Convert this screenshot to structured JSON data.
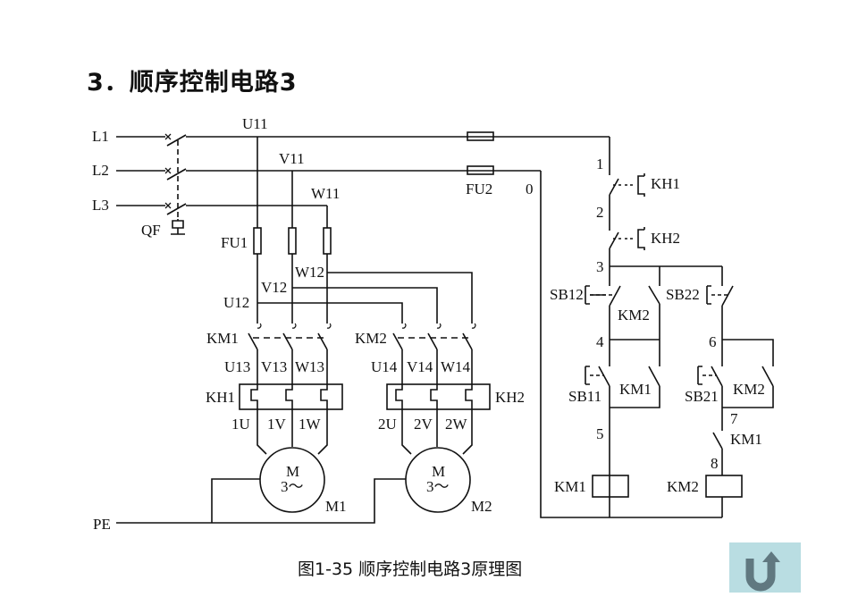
{
  "title": "3．顺序控制电路3",
  "caption": "图1-35  顺序控制电路3原理图",
  "back_button": {
    "icon": "u-turn-arrow-icon",
    "color": "#607880",
    "background": "#b9dde2"
  },
  "labels": {
    "L1": "L1",
    "L2": "L2",
    "L3": "L3",
    "QF": "QF",
    "PE": "PE",
    "U11": "U11",
    "V11": "V11",
    "W11": "W11",
    "FU1": "FU1",
    "FU2": "FU2",
    "node0": "0",
    "U12": "U12",
    "V12": "V12",
    "W12": "W12",
    "KM1_main": "KM1",
    "KM2_main": "KM2",
    "U13": "U13",
    "V13": "V13",
    "W13": "W13",
    "U14": "U14",
    "V14": "V14",
    "W14": "W14",
    "KH1_main": "KH1",
    "KH2_main": "KH2",
    "1U": "1U",
    "1V": "1V",
    "1W": "1W",
    "2U": "2U",
    "2V": "2V",
    "2W": "2W",
    "M1_symbol": "M",
    "M1_phase": "3～",
    "M1": "M1",
    "M2_symbol": "M",
    "M2_phase": "3～",
    "M2": "M2",
    "n1": "1",
    "n2": "2",
    "n3": "3",
    "n4": "4",
    "n5": "5",
    "n6": "6",
    "n7": "7",
    "n8": "8",
    "KH1_ctrl": "KH1",
    "KH2_ctrl": "KH2",
    "SB12": "SB12",
    "SB22": "SB22",
    "SB11": "SB11",
    "SB21": "SB21",
    "KM2_interlock": "KM2",
    "KM1_hold": "KM1",
    "KM2_hold": "KM2",
    "KM1_seq": "KM1",
    "KM1_coil": "KM1",
    "KM2_coil": "KM2"
  }
}
